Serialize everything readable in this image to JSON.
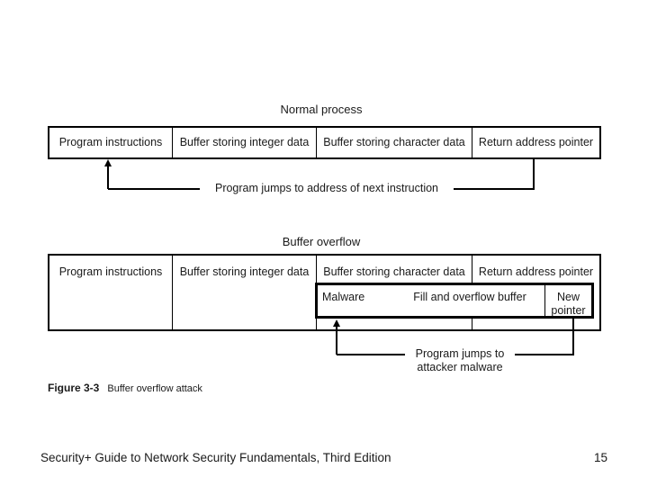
{
  "slide": {
    "footer_title": "Security+ Guide to Network Security Fundamentals, Third Edition",
    "page_number": "15"
  },
  "caption": {
    "number": "Figure 3-3",
    "text": "Buffer overflow attack"
  },
  "diagrams": [
    {
      "id": "normal-process",
      "title": "Normal process",
      "cells": [
        "Program instructions",
        "Buffer storing integer data",
        "Buffer storing character data",
        "Return address pointer"
      ],
      "connector_label": "Program jumps to address of next instruction"
    },
    {
      "id": "buffer-overflow",
      "title": "Buffer overflow",
      "cells": [
        "Program instructions",
        "Buffer storing integer data",
        "Buffer storing character data",
        "Return address pointer"
      ],
      "overlay": {
        "malware": "Malware",
        "fill": "Fill and overflow buffer",
        "new_pointer": "New pointer"
      },
      "connector_label_line1": "Program jumps to",
      "connector_label_line2": "attacker malware"
    }
  ],
  "colors": {
    "stroke": "#000000",
    "background": "#ffffff",
    "text": "#1a1a1a"
  }
}
